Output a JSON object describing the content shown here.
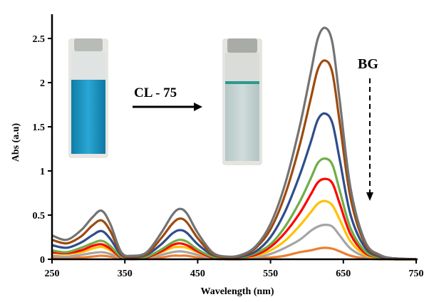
{
  "chart_data": {
    "type": "line",
    "title": "",
    "xlabel": "Wavelength (nm)",
    "ylabel": "Abs (a.u)",
    "xlim": [
      250,
      750
    ],
    "ylim": [
      0,
      2.75
    ],
    "xticks": [
      "250",
      "350",
      "450",
      "550",
      "650",
      "750"
    ],
    "yticks": [
      "0",
      "0.5",
      "1",
      "1.5",
      "2",
      "2.5"
    ],
    "annotations": {
      "arrow_label": "CL - 75",
      "dye_label": "BG"
    },
    "x": [
      250,
      270,
      290,
      305,
      318,
      330,
      345,
      360,
      380,
      400,
      415,
      425,
      435,
      450,
      470,
      490,
      510,
      530,
      550,
      570,
      590,
      605,
      615,
      625,
      635,
      645,
      660,
      680,
      700,
      720,
      750
    ],
    "series": [
      {
        "name": "gray",
        "color": "#737373",
        "values": [
          0.27,
          0.22,
          0.33,
          0.47,
          0.55,
          0.4,
          0.08,
          0.04,
          0.08,
          0.3,
          0.5,
          0.57,
          0.52,
          0.3,
          0.08,
          0.03,
          0.05,
          0.15,
          0.4,
          0.85,
          1.5,
          2.1,
          2.5,
          2.62,
          2.45,
          1.8,
          0.8,
          0.2,
          0.05,
          0.01,
          0
        ]
      },
      {
        "name": "brown",
        "color": "#9e4a0c",
        "values": [
          0.22,
          0.18,
          0.26,
          0.38,
          0.44,
          0.32,
          0.06,
          0.03,
          0.06,
          0.24,
          0.4,
          0.46,
          0.42,
          0.24,
          0.06,
          0.02,
          0.04,
          0.13,
          0.34,
          0.73,
          1.29,
          1.81,
          2.15,
          2.25,
          2.11,
          1.55,
          0.69,
          0.17,
          0.04,
          0.01,
          0
        ]
      },
      {
        "name": "blue",
        "color": "#2e4e8c",
        "values": [
          0.16,
          0.13,
          0.19,
          0.27,
          0.32,
          0.23,
          0.05,
          0.02,
          0.05,
          0.17,
          0.29,
          0.33,
          0.3,
          0.17,
          0.05,
          0.02,
          0.03,
          0.09,
          0.25,
          0.54,
          0.95,
          1.32,
          1.58,
          1.65,
          1.54,
          1.13,
          0.5,
          0.13,
          0.03,
          0.01,
          0
        ]
      },
      {
        "name": "green",
        "color": "#70ad47",
        "values": [
          0.1,
          0.08,
          0.13,
          0.18,
          0.21,
          0.15,
          0.03,
          0.02,
          0.03,
          0.11,
          0.19,
          0.22,
          0.2,
          0.11,
          0.03,
          0.01,
          0.02,
          0.07,
          0.17,
          0.37,
          0.65,
          0.91,
          1.09,
          1.14,
          1.07,
          0.78,
          0.35,
          0.09,
          0.02,
          0,
          0
        ]
      },
      {
        "name": "red",
        "color": "#ff0000",
        "values": [
          0.08,
          0.07,
          0.1,
          0.15,
          0.17,
          0.12,
          0.02,
          0.01,
          0.02,
          0.09,
          0.16,
          0.18,
          0.16,
          0.09,
          0.02,
          0.01,
          0.02,
          0.05,
          0.14,
          0.3,
          0.52,
          0.73,
          0.87,
          0.91,
          0.86,
          0.63,
          0.28,
          0.07,
          0.02,
          0,
          0
        ]
      },
      {
        "name": "yellow",
        "color": "#ffc000",
        "values": [
          0.07,
          0.06,
          0.08,
          0.12,
          0.14,
          0.1,
          0.02,
          0.01,
          0.02,
          0.08,
          0.13,
          0.14,
          0.13,
          0.08,
          0.02,
          0.01,
          0.01,
          0.04,
          0.1,
          0.21,
          0.38,
          0.53,
          0.63,
          0.66,
          0.61,
          0.45,
          0.2,
          0.05,
          0.01,
          0,
          0
        ]
      },
      {
        "name": "light-gray",
        "color": "#a5a5a5",
        "values": [
          0.04,
          0.03,
          0.05,
          0.07,
          0.08,
          0.06,
          0.01,
          0.01,
          0.01,
          0.05,
          0.08,
          0.09,
          0.08,
          0.05,
          0.01,
          0,
          0.01,
          0.02,
          0.06,
          0.13,
          0.22,
          0.32,
          0.37,
          0.39,
          0.37,
          0.27,
          0.12,
          0.03,
          0.01,
          0,
          0
        ]
      },
      {
        "name": "orange",
        "color": "#ed7d31",
        "values": [
          0.02,
          0.02,
          0.02,
          0.03,
          0.04,
          0.03,
          0.01,
          0,
          0.01,
          0.02,
          0.04,
          0.04,
          0.04,
          0.02,
          0.01,
          0,
          0,
          0.01,
          0.02,
          0.04,
          0.08,
          0.1,
          0.12,
          0.13,
          0.12,
          0.09,
          0.04,
          0.01,
          0,
          0,
          0
        ]
      }
    ]
  }
}
